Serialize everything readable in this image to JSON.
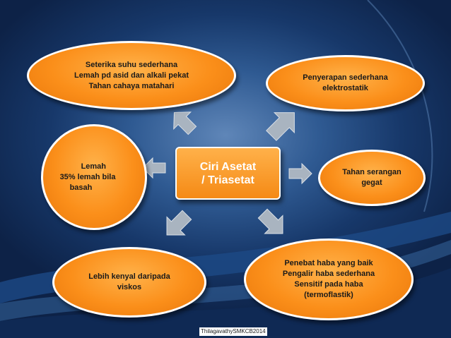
{
  "center": {
    "line1": "Ciri Asetat",
    "line2": "/ Triasetat"
  },
  "top_left": {
    "lines": [
      "Seterika suhu sederhana",
      "Lemah  pd asid dan alkali pekat",
      "Tahan cahaya matahari"
    ]
  },
  "top_right": {
    "lines": [
      "Penyerapan  sederhana",
      "elektrostatik"
    ]
  },
  "left": {
    "lines": [
      "Lemah",
      "35% lemah bila",
      "basah"
    ]
  },
  "right": {
    "lines": [
      "Tahan serangan",
      "gegat"
    ]
  },
  "bottom_left": {
    "lines": [
      "Lebih kenyal daripada",
      "viskos"
    ]
  },
  "bottom_right": {
    "lines": [
      "Penebat haba yang baik",
      "Pengalir haba sederhana",
      "Sensitif pada haba",
      "(termoflastik)"
    ]
  },
  "footer": "ThilagavathySMKCB2014",
  "colors": {
    "oval_fill": "#fb8f1a",
    "oval_border": "#ffffff",
    "background": "#2f5a92",
    "arrow": "#a9b4c0"
  }
}
